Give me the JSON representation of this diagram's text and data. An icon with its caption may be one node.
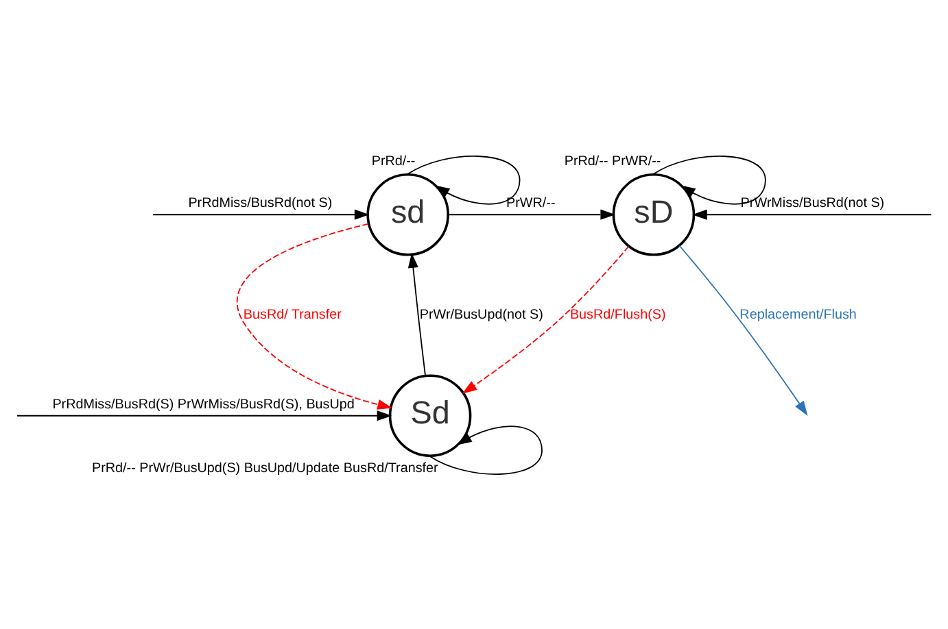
{
  "diagram": {
    "nodes": [
      {
        "text": [
          "sd"
        ]
      },
      {
        "text": [
          "sD"
        ]
      },
      {
        "text": [
          "Sd"
        ]
      }
    ],
    "edges": [
      {
        "from": null,
        "to": 0,
        "arrow": "to",
        "label": "PrRdMiss/BusRd(not S)"
      },
      {
        "from": 0,
        "to": 0,
        "arrow": "to",
        "label": "PrRd/--"
      },
      {
        "from": 0,
        "to": 1,
        "arrow": "to",
        "label": "PrWR/--"
      },
      {
        "from": 1,
        "to": 1,
        "arrow": "to",
        "label": "PrRd/-- PrWR/--"
      },
      {
        "from": null,
        "to": 1,
        "arrow": "to",
        "label": "PrWrMiss/BusRd(not S)"
      },
      {
        "from": 0,
        "to": 2,
        "arrow": "to",
        "label": "BusRd/ Transfer",
        "style": "dashed",
        "color": "#ff0000"
      },
      {
        "from": 1,
        "to": 2,
        "arrow": "to",
        "label": "BusRd/Flush(S)",
        "style": "dashed",
        "color": "#ff0000"
      },
      {
        "from": 1,
        "to": null,
        "arrow": "to",
        "label": "Replacement/Flush",
        "color": "#2e75b6"
      },
      {
        "from": 2,
        "to": 0,
        "arrow": "to",
        "label": "PrWr/BusUpd(not S)"
      },
      {
        "from": null,
        "to": 2,
        "arrow": "to",
        "label": "PrRdMiss/BusRd(S) PrWrMiss/BusRd(S), BusUpd"
      },
      {
        "from": 2,
        "to": 2,
        "arrow": "to",
        "label": "PrRd/-- PrWr/BusUpd(S) BusUpd/Update BusRd/Transfer"
      }
    ]
  }
}
